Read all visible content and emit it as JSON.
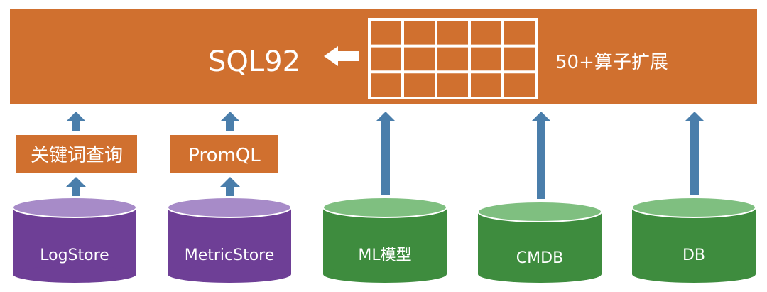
{
  "header": {
    "engine_label": "SQL92",
    "extension_label": "50+算子扩展"
  },
  "query_layers": [
    {
      "label": "关键词查询"
    },
    {
      "label": "PromQL"
    }
  ],
  "sources": [
    {
      "label": "LogStore",
      "kind": "purple"
    },
    {
      "label": "MetricStore",
      "kind": "purple"
    },
    {
      "label": "ML模型",
      "kind": "green"
    },
    {
      "label": "CMDB",
      "kind": "green"
    },
    {
      "label": "DB",
      "kind": "green"
    }
  ],
  "colors": {
    "banner": "#d0702f",
    "arrow": "#4a7eab",
    "purple_body": "#6e3f96",
    "purple_top": "#a78bc8",
    "green_body": "#3e8c3e",
    "green_top": "#7fbf80",
    "cylinder_edge": "#ffffff"
  }
}
